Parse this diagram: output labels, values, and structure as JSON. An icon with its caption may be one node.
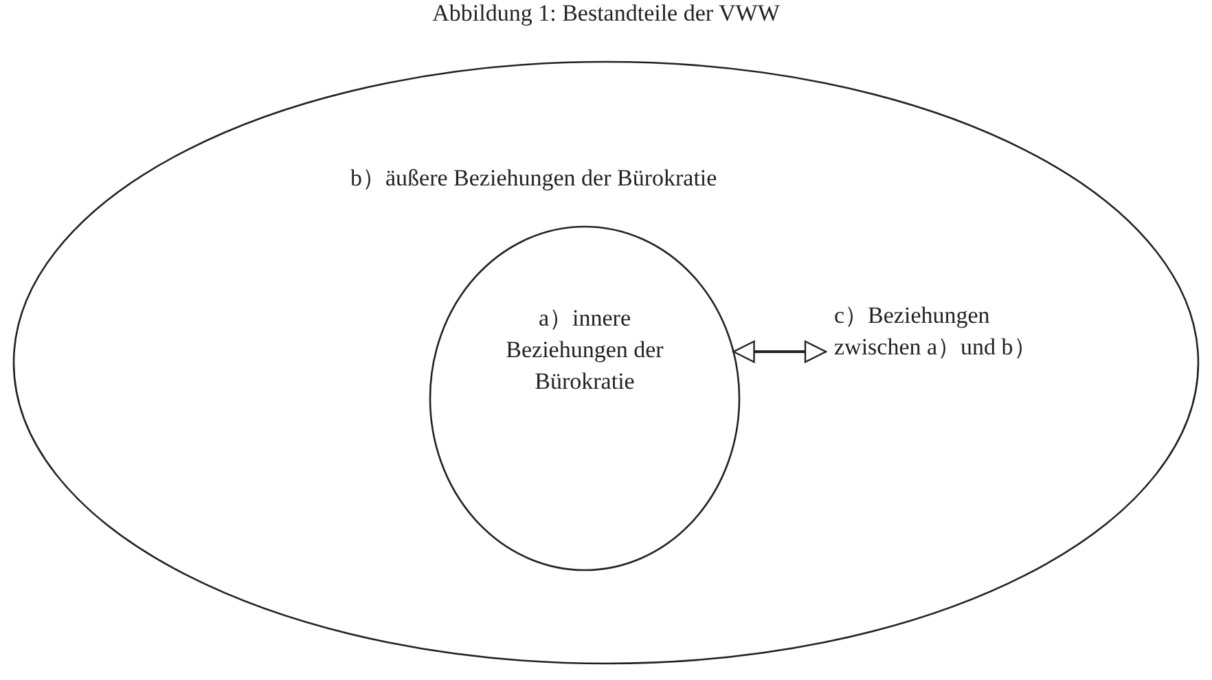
{
  "diagram": {
    "title": "Abbildung 1: Bestandteile der VWW",
    "nodes": [
      {
        "text": [
          "b）äußere Beziehungen der Bürokratie"
        ]
      },
      {
        "text": [
          "a）innere Beziehungen der Bürokratie"
        ],
        "in": 0
      },
      {
        "text": [
          "c）Beziehungen zwischen a）und b）"
        ],
        "in": 0
      }
    ],
    "edges": [
      {
        "from": 1,
        "to": 2,
        "arrow": "both"
      }
    ]
  }
}
